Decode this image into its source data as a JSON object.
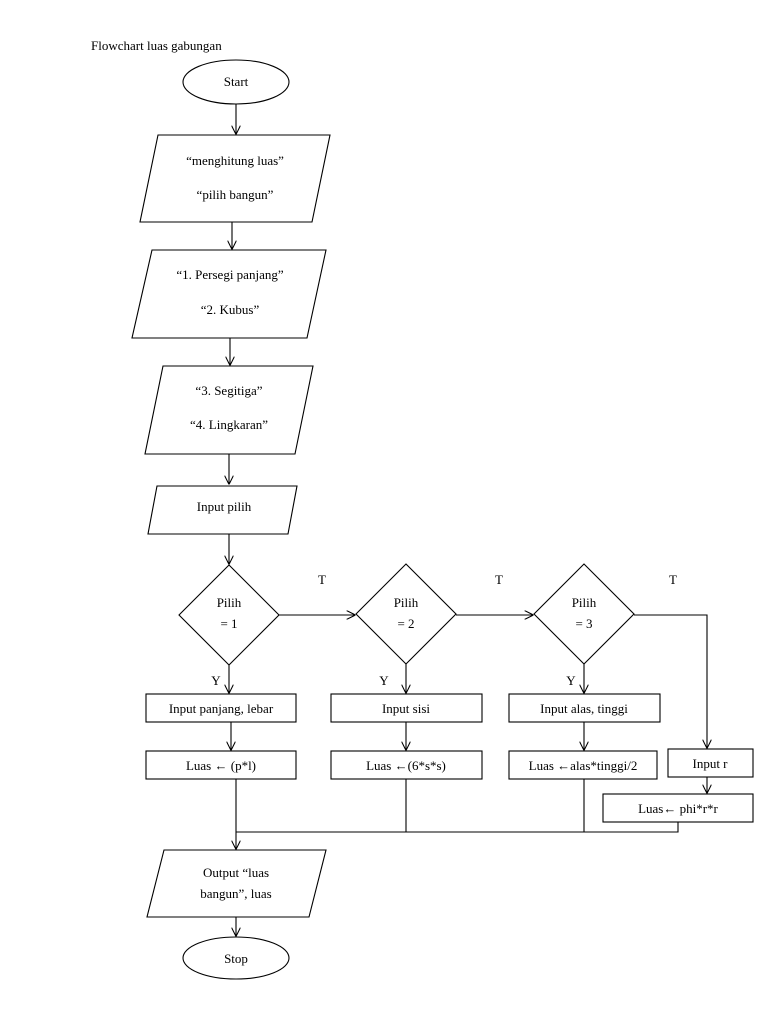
{
  "title": "Flowchart luas gabungan",
  "nodes": {
    "start": "Start",
    "io1_line1": "“menghitung luas”",
    "io1_line2": "“pilih bangun”",
    "io2_line1": "“1. Persegi panjang”",
    "io2_line2": "“2. Kubus”",
    "io3_line1": "“3. Segitiga”",
    "io3_line2": "“4. Lingkaran”",
    "input_pilih": "Input pilih",
    "d1_line1": "Pilih",
    "d1_line2": "= 1",
    "d2_line1": "Pilih",
    "d2_line2": "= 2",
    "d3_line1": "Pilih",
    "d3_line2": "= 3",
    "p1_input": "Input panjang, lebar",
    "p1_calc": "Luas ← (p*l)",
    "p2_input": "Input sisi",
    "p2_calc": "Luas  ←(6*s*s)",
    "p3_input": "Input alas, tinggi",
    "p3_calc": "Luas ←alas*tinggi/2",
    "p4_input": "Input r",
    "p4_calc": "Luas← phi*r*r",
    "output_line1": "Output “luas",
    "output_line2": "bangun”, luas",
    "stop": "Stop"
  },
  "edge_labels": {
    "false1": "T",
    "false2": "T",
    "false3": "T",
    "true1": "Y",
    "true2": "Y",
    "true3": "Y"
  }
}
